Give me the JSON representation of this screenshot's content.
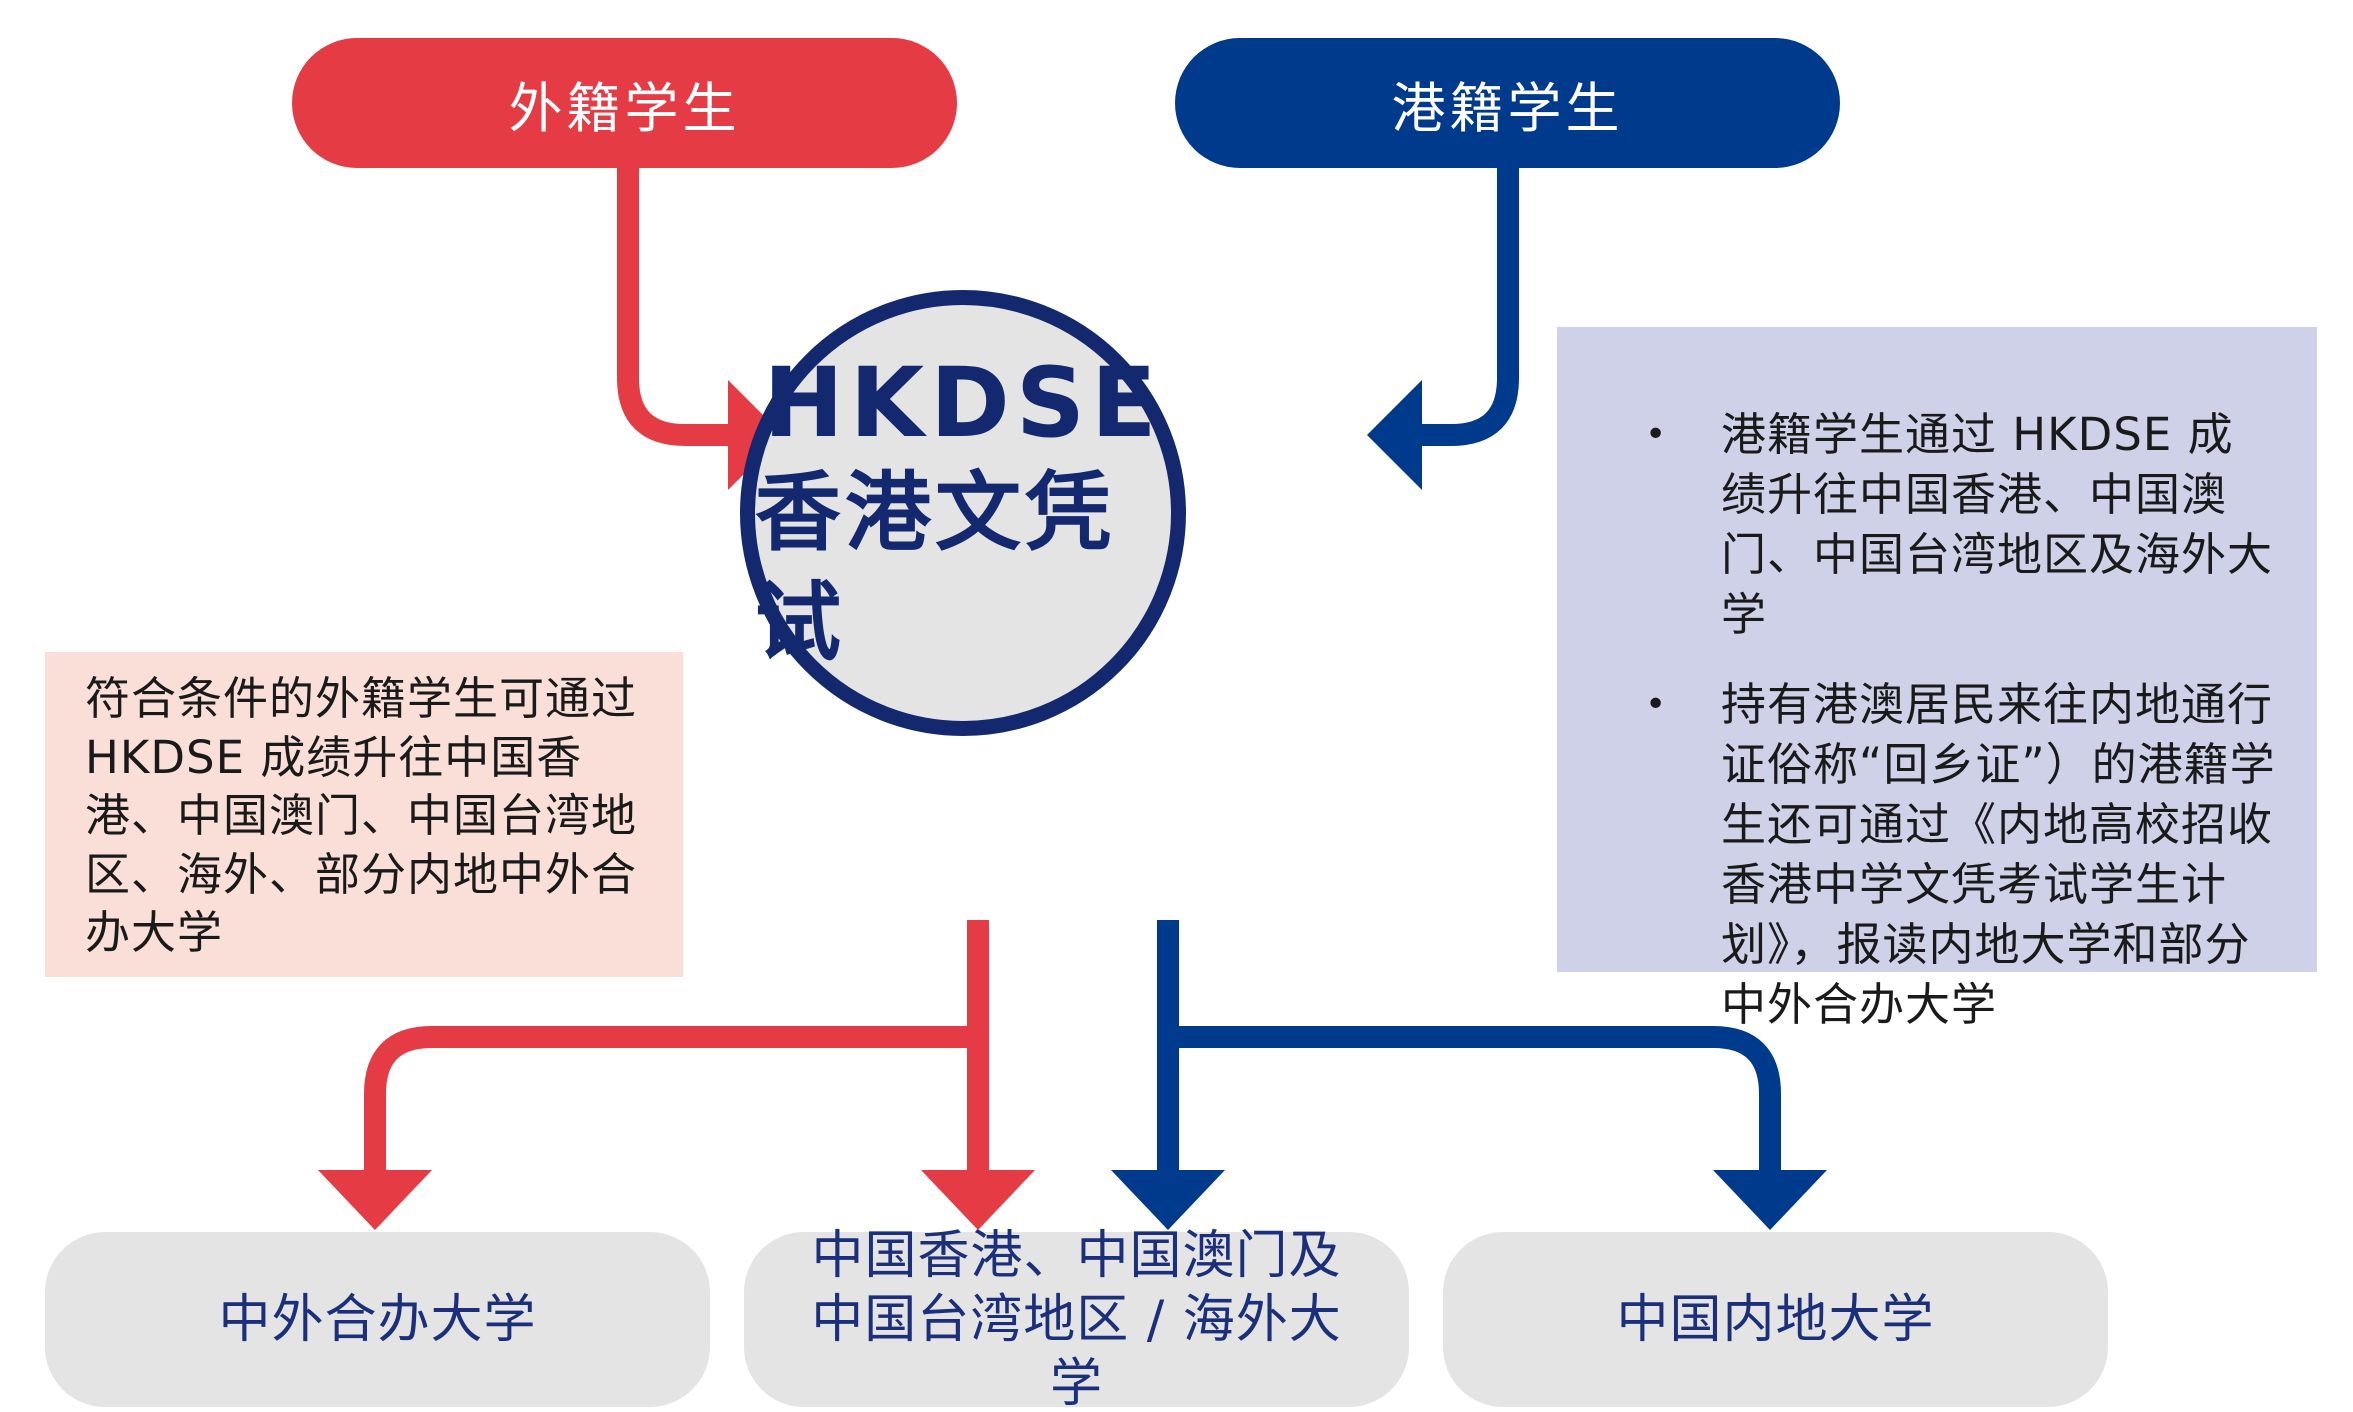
{
  "colors": {
    "red": "#e53b45",
    "navy": "#003a8c",
    "circle_border": "#13286f",
    "pill_gray": "#e4e4e4",
    "note_pink": "#f9dfd8",
    "note_lavender": "#cfd1e8"
  },
  "sources": {
    "foreign_students": "外籍学生",
    "hk_students": "港籍学生"
  },
  "center": {
    "title_en": "HKDSE",
    "title_zh": "香港文凭试"
  },
  "notes": {
    "left": "符合条件的外籍学生可通过 HKDSE 成绩升往中国香港、中国澳门、中国台湾地区、海外、部分内地中外合办大学",
    "right": [
      "港籍学生通过 HKDSE 成绩升往中国香港、中国澳门、中国台湾地区及海外大学",
      "持有港澳居民来往内地通行证俗称“回乡证”）的港籍学生还可通过《内地高校招收香港中学文凭考试学生计划》，报读内地大学和部分中外合办大学"
    ],
    "bullet": "•"
  },
  "destinations": {
    "sino_foreign": "中外合办大学",
    "hk_macao_taiwan_overseas": "中国香港、中国澳门及中国台湾地区 / 海外大学",
    "mainland": "中国内地大学"
  }
}
